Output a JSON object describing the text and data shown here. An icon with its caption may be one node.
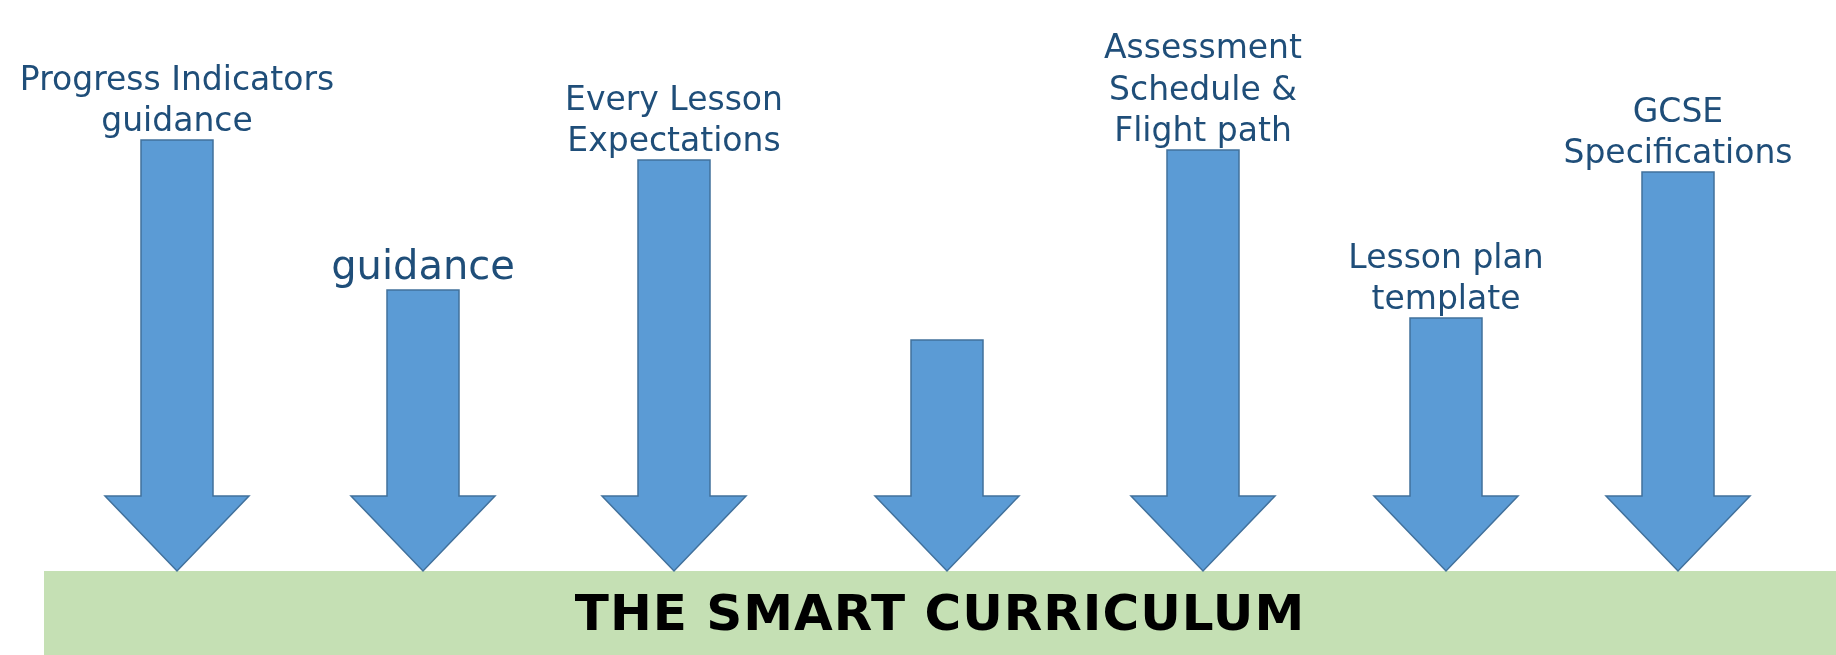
{
  "diagram": {
    "nodes": [
      {
        "text": [
          "Progress Indicators guidance"
        ]
      },
      {
        "text": [
          "guidance"
        ]
      },
      {
        "text": [
          "Every Lesson Expectations"
        ]
      },
      {
        "text": [
          "Assessment Schedule & Flight path"
        ]
      },
      {
        "text": [
          "Lesson plan template"
        ]
      },
      {
        "text": [
          "GCSE Specifications"
        ]
      },
      {
        "text": [
          "THE SMART CURRICULUM"
        ]
      }
    ],
    "edges": [
      {
        "from": 0,
        "to": 6,
        "arrow": "to"
      },
      {
        "from": 1,
        "to": 6,
        "arrow": "to"
      },
      {
        "from": 2,
        "to": 6,
        "arrow": "to"
      },
      {
        "from": null,
        "to": 6,
        "arrow": "to"
      },
      {
        "from": 3,
        "to": 6,
        "arrow": "to"
      },
      {
        "from": 4,
        "to": 6,
        "arrow": "to"
      },
      {
        "from": 5,
        "to": 6,
        "arrow": "to"
      }
    ]
  }
}
